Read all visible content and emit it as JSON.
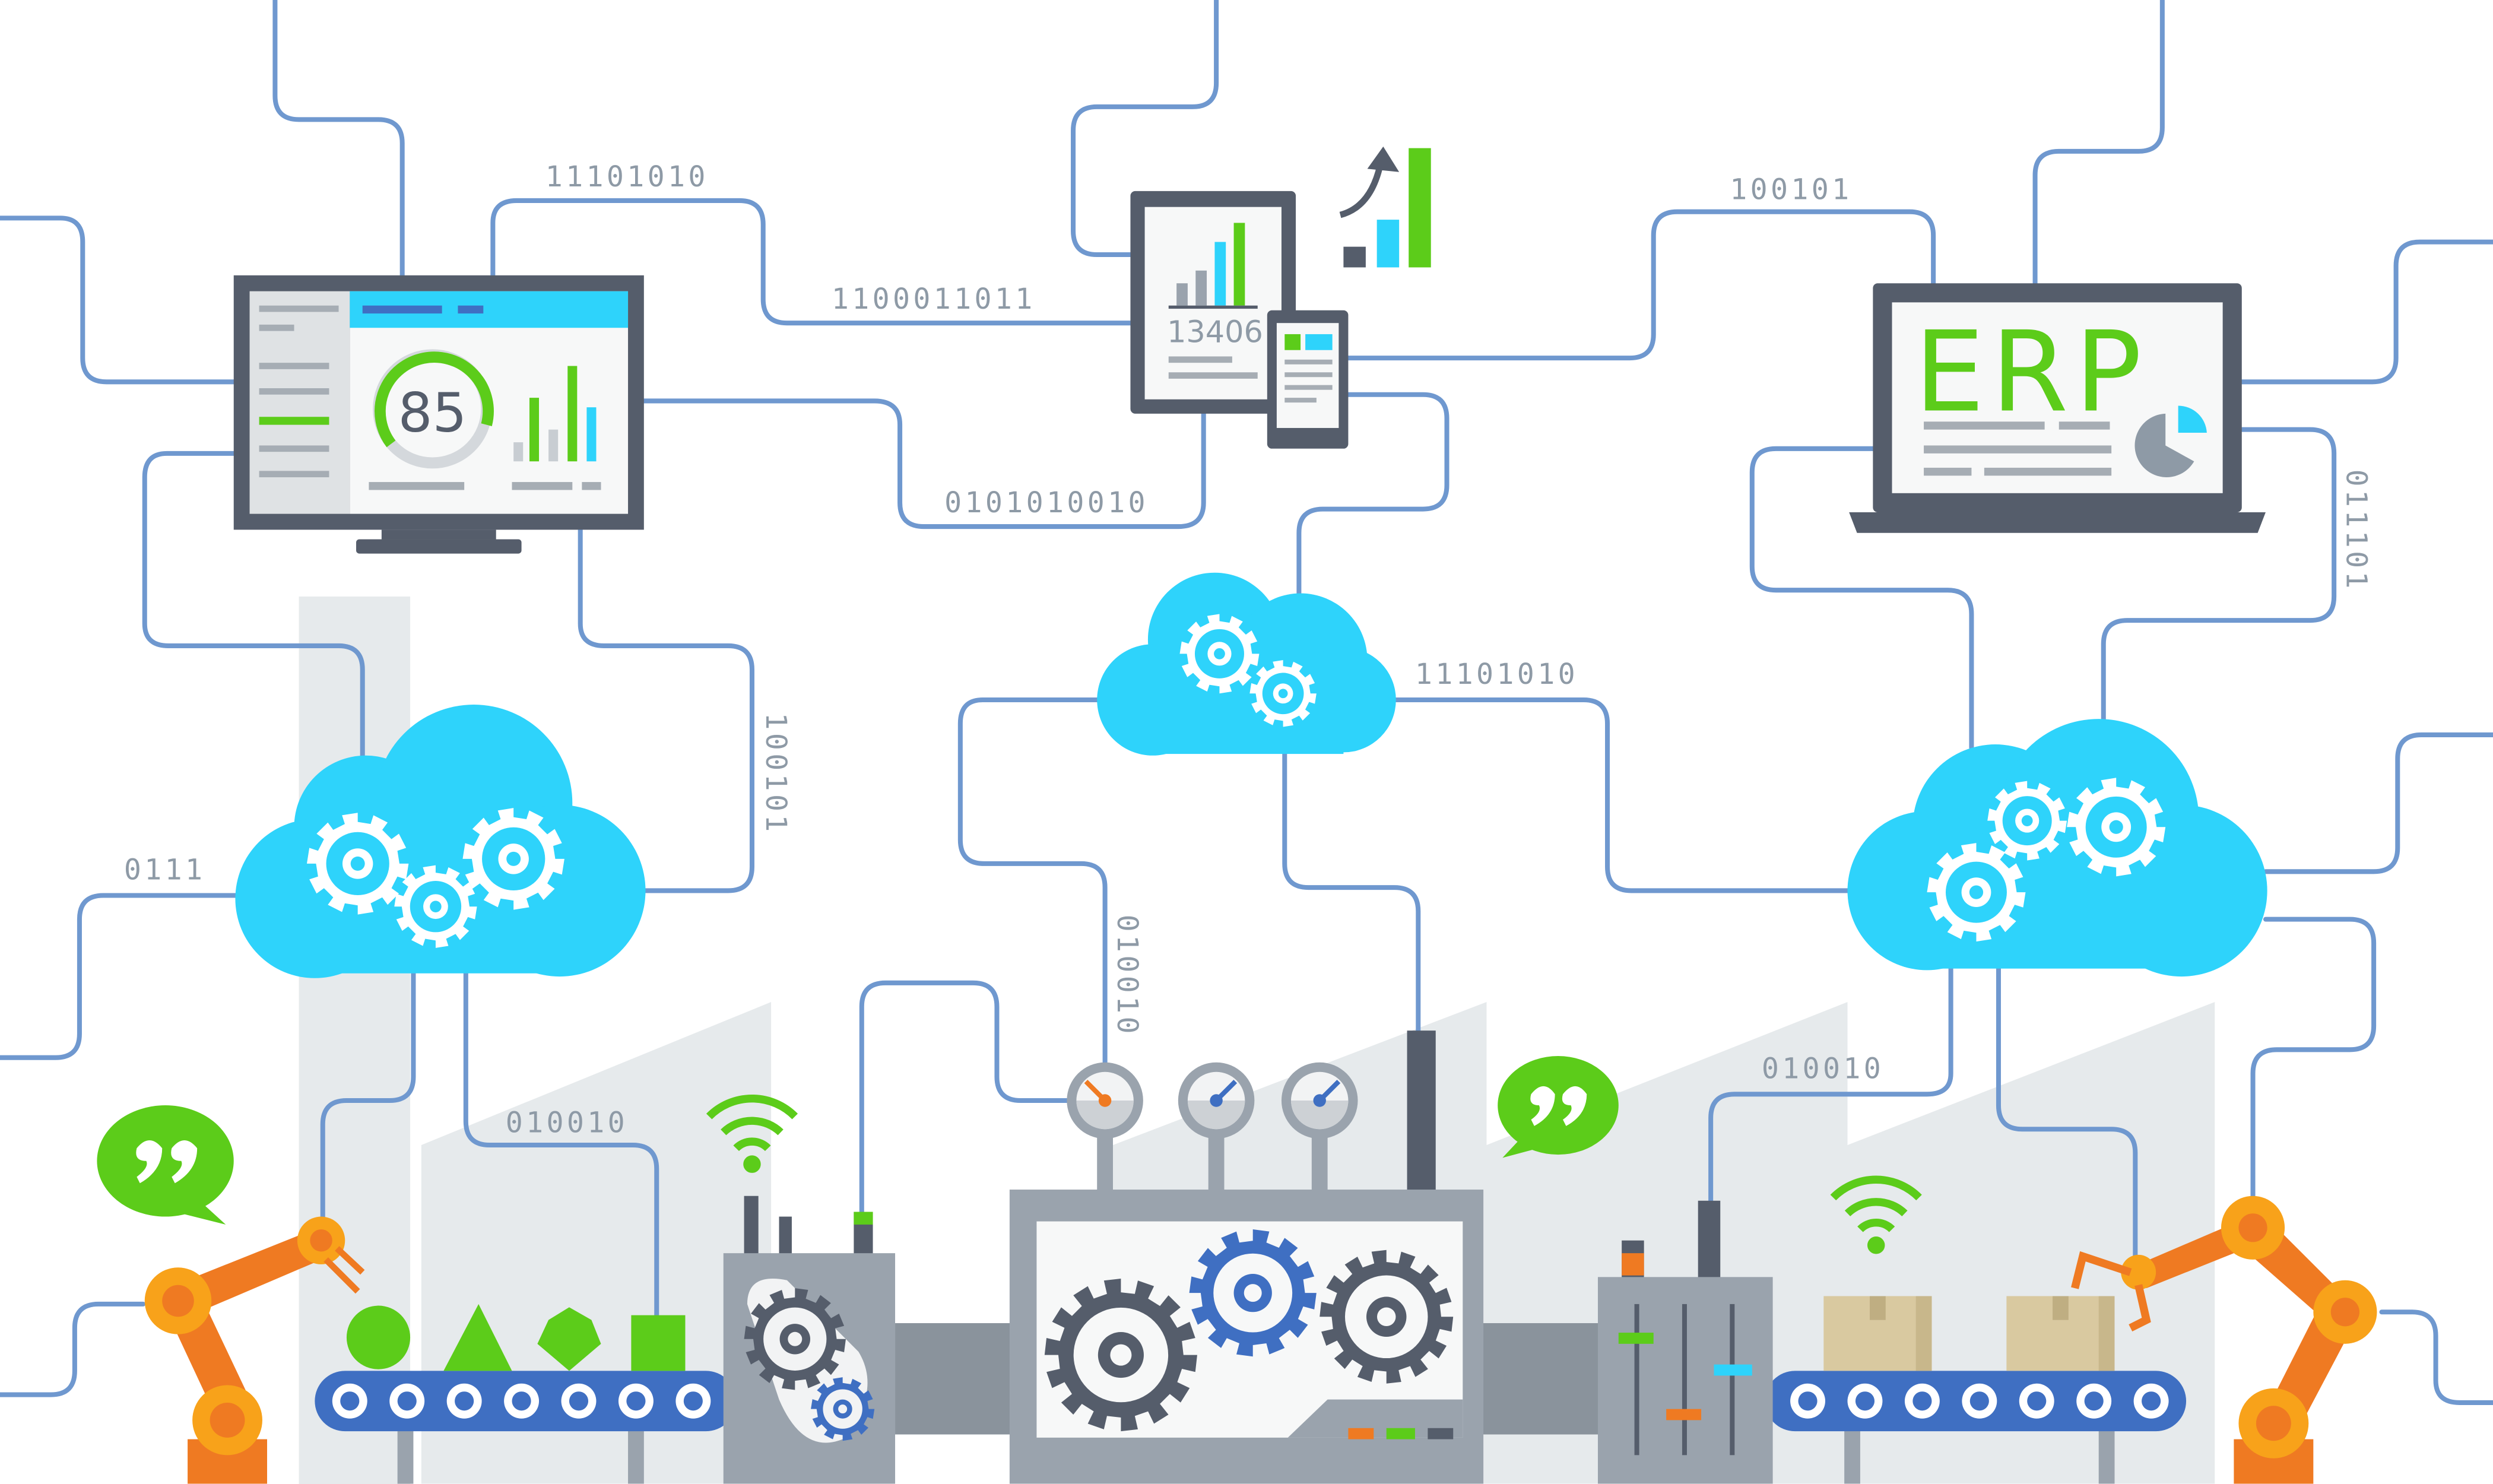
{
  "colors": {
    "wire": "#6f98cf",
    "cloud": "#2ed3fb",
    "green": "#5ccc1a",
    "orange": "#ef7a22",
    "dark": "#555d6b",
    "machine": "#9aa3ad",
    "conveyor": "#3f6fc2",
    "binary_text": "#8e9aa6"
  },
  "monitor": {
    "score": "85"
  },
  "tablet": {
    "value": "13406"
  },
  "laptop": {
    "title": "ERP"
  },
  "binary_labels": [
    "11101010",
    "1100011011",
    "0101010010",
    "100101",
    "0111",
    "100101",
    "11101010",
    "010010",
    "010010",
    "010010",
    "011101"
  ],
  "icons": [
    "cloud-gears-icon",
    "speech-bubble-quote-icon",
    "wifi-icon",
    "gauge-icon",
    "robot-arm-icon",
    "conveyor-belt-icon",
    "growth-chart-icon",
    "box-icon"
  ]
}
